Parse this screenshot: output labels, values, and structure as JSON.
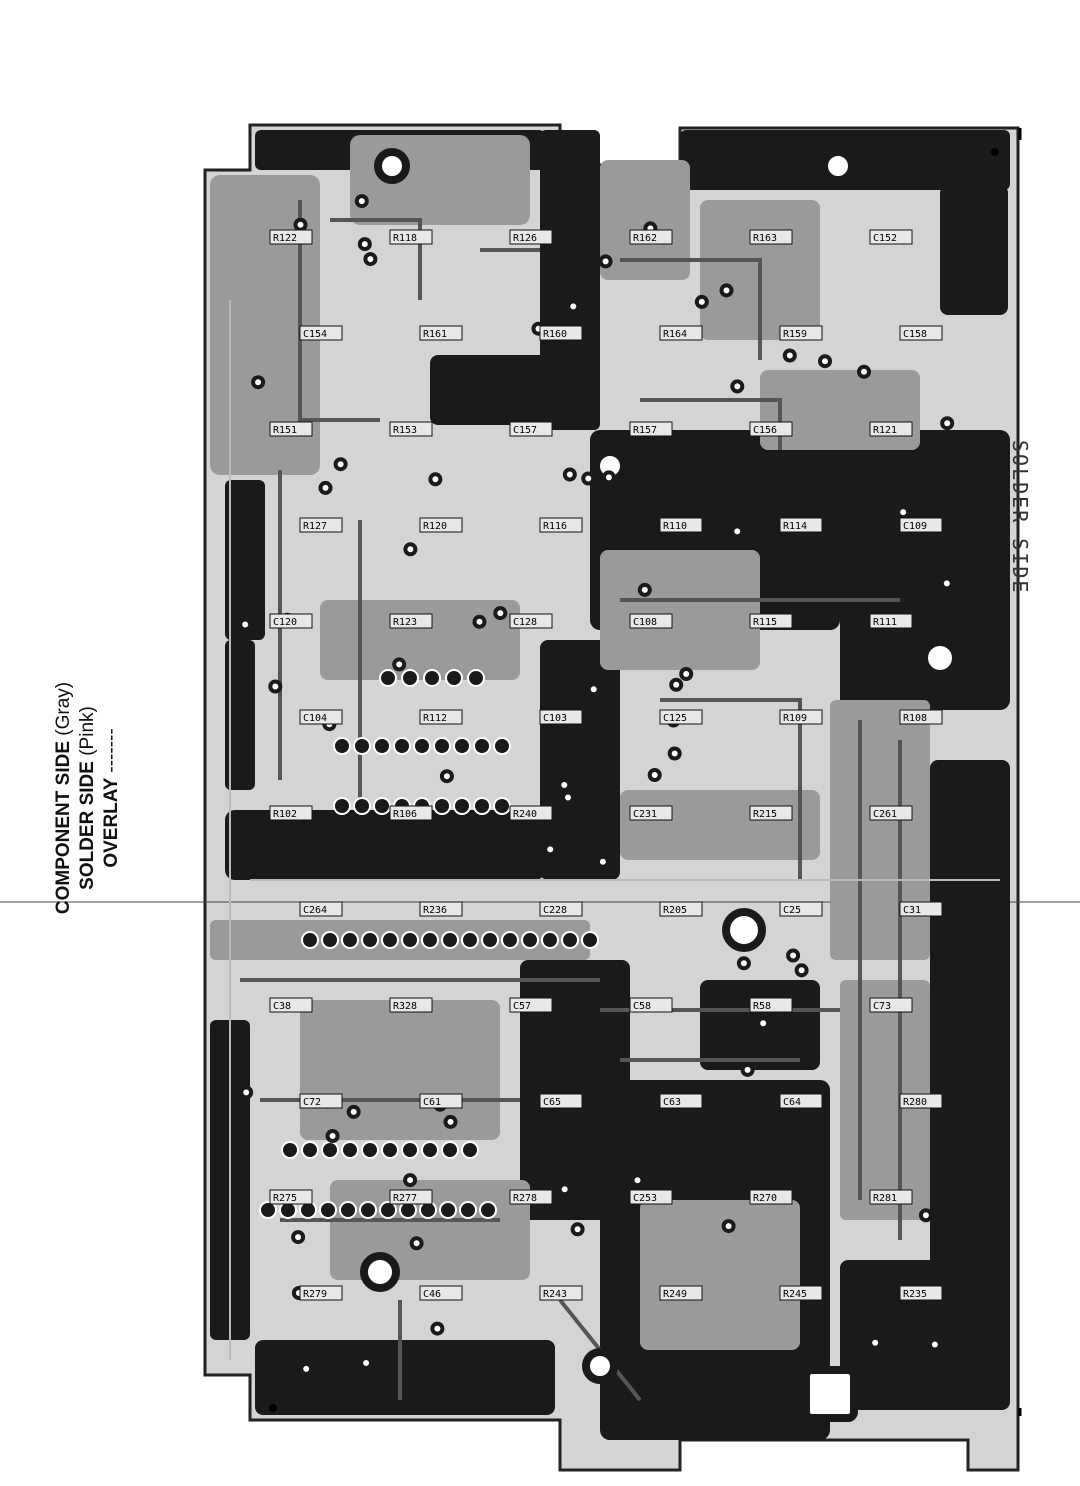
{
  "side_title": "SOLDER SIDE",
  "legend": {
    "component_side": "COMPONENT SIDE",
    "component_side_color": "(Gray)",
    "solder_side": "SOLDER SIDE",
    "solder_side_color": "(Pink)",
    "overlay": "OVERLAY",
    "overlay_marker": "-------"
  },
  "colors": {
    "copper_dark": "#1a1a1a",
    "copper_gray": "#9a9a9a",
    "board_light": "#d4d4d4",
    "pad_white": "#ffffff"
  },
  "component_labels": [
    "R122",
    "R118",
    "R126",
    "R162",
    "R163",
    "C152",
    "C154",
    "R161",
    "R160",
    "R164",
    "R159",
    "C158",
    "R151",
    "R153",
    "C157",
    "R157",
    "C156",
    "R121",
    "R127",
    "R120",
    "R116",
    "R110",
    "R114",
    "C109",
    "C120",
    "R123",
    "C128",
    "C108",
    "R115",
    "R111",
    "C104",
    "R112",
    "C103",
    "C125",
    "R109",
    "R108",
    "R102",
    "R106",
    "R240",
    "C231",
    "R215",
    "C261",
    "C264",
    "R236",
    "C228",
    "R205",
    "C25",
    "C31",
    "C38",
    "R328",
    "C57",
    "C58",
    "R58",
    "C73",
    "C72",
    "C61",
    "C65",
    "C63",
    "C64",
    "R280",
    "R275",
    "R277",
    "R278",
    "C253",
    "R270",
    "R281",
    "R279",
    "C46",
    "R243",
    "R249",
    "R245",
    "R235"
  ]
}
